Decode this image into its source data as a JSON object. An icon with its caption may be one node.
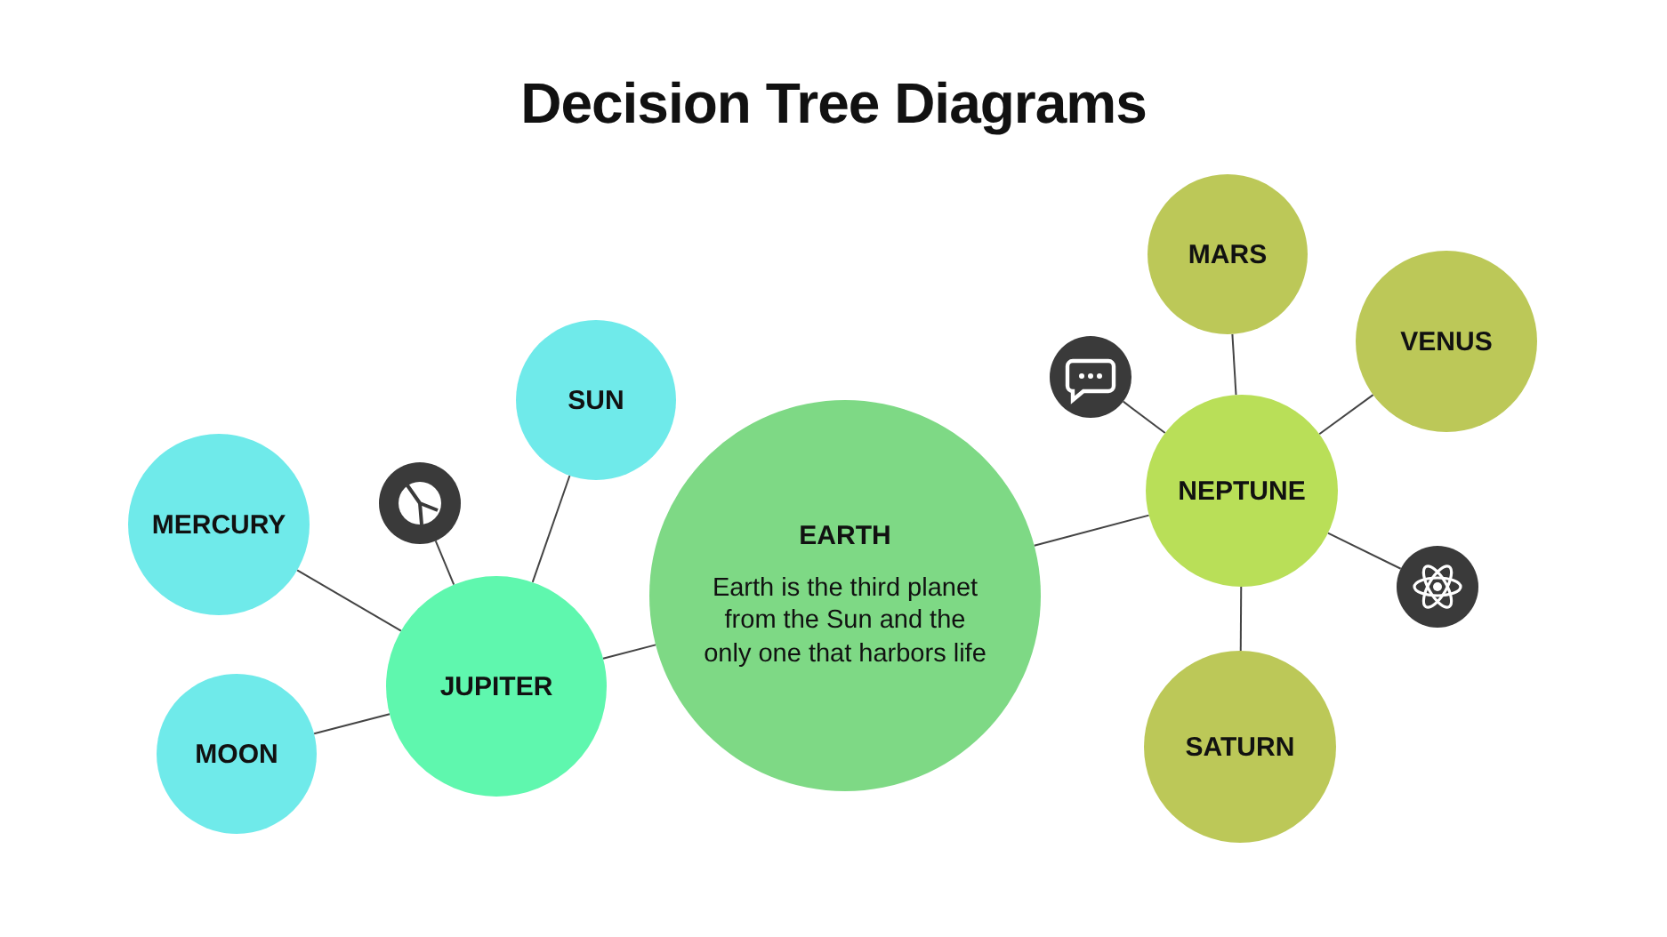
{
  "diagram": {
    "title": "Decision Tree Diagrams",
    "nodes": [
      {
        "text": [
          "EARTH",
          "Earth is the third planet from the Sun and the only one that harbors life"
        ]
      },
      {
        "text": [
          "JUPITER"
        ]
      },
      {
        "text": [
          "MERCURY"
        ]
      },
      {
        "text": [
          "MOON"
        ]
      },
      {
        "text": [
          "SUN"
        ]
      },
      {
        "text": [],
        "shape": "picture"
      },
      {
        "text": [
          "NEPTUNE"
        ]
      },
      {
        "text": [
          "MARS"
        ]
      },
      {
        "text": [
          "VENUS"
        ]
      },
      {
        "text": [],
        "shape": "picture"
      },
      {
        "text": [],
        "shape": "picture"
      },
      {
        "text": [
          "SATURN"
        ]
      }
    ],
    "edges": [
      {
        "from": 0,
        "to": 1,
        "arrow": "none"
      },
      {
        "from": 1,
        "to": 2,
        "arrow": "none"
      },
      {
        "from": 1,
        "to": 3,
        "arrow": "none"
      },
      {
        "from": 1,
        "to": 4,
        "arrow": "none"
      },
      {
        "from": 1,
        "to": 5,
        "arrow": "none"
      },
      {
        "from": 0,
        "to": 6,
        "arrow": "none"
      },
      {
        "from": 6,
        "to": 7,
        "arrow": "none"
      },
      {
        "from": 6,
        "to": 8,
        "arrow": "none"
      },
      {
        "from": 6,
        "to": 9,
        "arrow": "none"
      },
      {
        "from": 6,
        "to": 10,
        "arrow": "none"
      },
      {
        "from": 6,
        "to": 11,
        "arrow": "none"
      }
    ]
  }
}
